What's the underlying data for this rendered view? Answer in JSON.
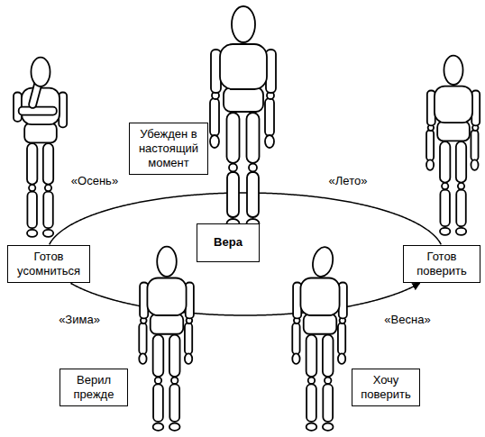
{
  "diagram": {
    "nodes": [
      {
        "text": [
          "Убежден в настоящий момент"
        ]
      },
      {
        "text": [
          "Вера"
        ]
      },
      {
        "text": [
          "Готов усомниться"
        ]
      },
      {
        "text": [
          "Готов поверить"
        ]
      },
      {
        "text": [
          "Верил прежде"
        ]
      },
      {
        "text": [
          "Хочу поверить"
        ]
      }
    ],
    "edges": [
      {
        "from": 2,
        "to": 3,
        "arrow": "none"
      },
      {
        "from": 2,
        "to": 3,
        "arrow": "to"
      }
    ],
    "labels": [
      "«Осень»",
      "«Лето»",
      "«Зима»",
      "«Весна»"
    ]
  }
}
